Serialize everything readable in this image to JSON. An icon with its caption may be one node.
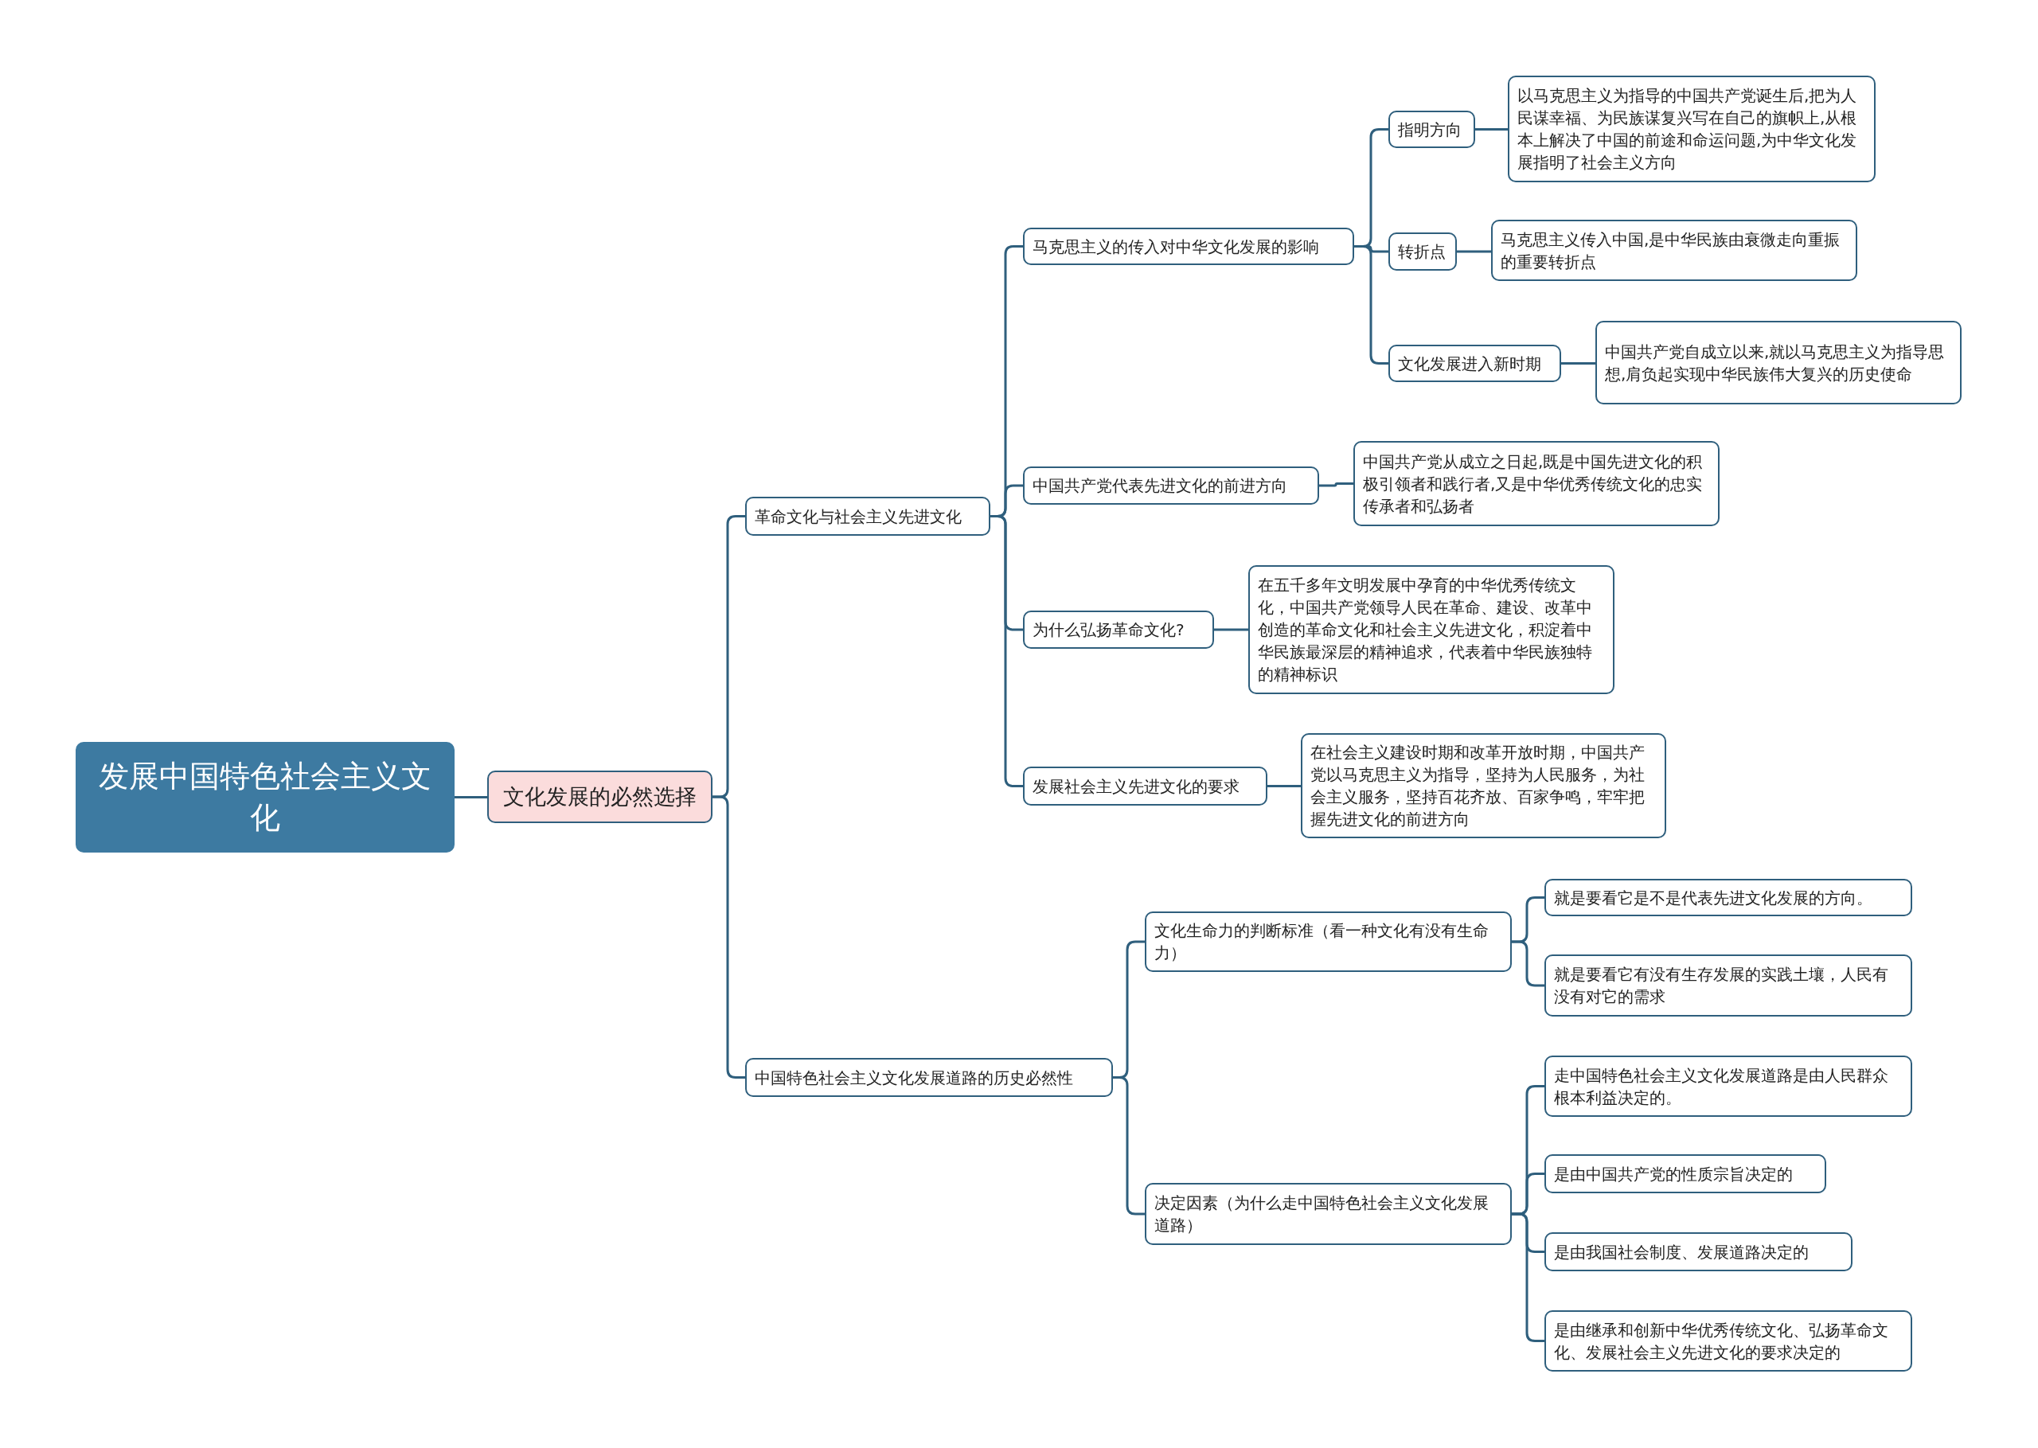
{
  "diagram": {
    "nodes": [
      {
        "text": [
          "发展中国特色社会主义文化"
        ]
      },
      {
        "text": [
          "文化发展的必然选择"
        ]
      },
      {
        "text": [
          "革命文化与社会主义先进文化"
        ]
      },
      {
        "text": [
          "马克思主义的传入对中华文化发展的影响"
        ]
      },
      {
        "text": [
          "指明方向"
        ]
      },
      {
        "text": [
          "以马克思主义为指导的中国共产党诞生后,把为人民谋幸福、为民族谋复兴写在自己的旗帜上,从根本上解决了中国的前途和命运问题,为中华文化发展指明了社会主义方向"
        ]
      },
      {
        "text": [
          "转折点"
        ]
      },
      {
        "text": [
          "马克思主义传入中国,是中华民族由衰微走向重振的重要转折点"
        ]
      },
      {
        "text": [
          "文化发展进入新时期"
        ]
      },
      {
        "text": [
          "中国共产党自成立以来,就以马克思主义为指导思想,肩负起实现中华民族伟大复兴的历史使命"
        ]
      },
      {
        "text": [
          "中国共产党代表先进文化的前进方向"
        ]
      },
      {
        "text": [
          "中国共产党从成立之日起,既是中国先进文化的积极引领者和践行者,又是中华优秀传统文化的忠实传承者和弘扬者"
        ]
      },
      {
        "text": [
          "为什么弘扬革命文化?"
        ]
      },
      {
        "text": [
          "在五千多年文明发展中孕育的中华优秀传统文化，中国共产党领导人民在革命、建设、改革中创造的革命文化和社会主义先进文化，积淀着中华民族最深层的精神追求，代表着中华民族独特的精神标识"
        ]
      },
      {
        "text": [
          "发展社会主义先进文化的要求"
        ]
      },
      {
        "text": [
          "在社会主义建设时期和改革开放时期，中国共产党以马克思主义为指导，坚持为人民服务，为社会主义服务，坚持百花齐放、百家争鸣，牢牢把握先进文化的前进方向"
        ]
      },
      {
        "text": [
          "中国特色社会主义文化发展道路的历史必然性"
        ]
      },
      {
        "text": [
          "文化生命力的判断标准（看一种文化有没有生命力）"
        ]
      },
      {
        "text": [
          "就是要看它是不是代表先进文化发展的方向。"
        ]
      },
      {
        "text": [
          "就是要看它有没有生存发展的实践土壤，人民有没有对它的需求"
        ]
      },
      {
        "text": [
          "决定因素（为什么走中国特色社会主义文化发展道路）"
        ]
      },
      {
        "text": [
          "走中国特色社会主义文化发展道路是由人民群众根本利益决定的。"
        ]
      },
      {
        "text": [
          "是由中国共产党的性质宗旨决定的"
        ]
      },
      {
        "text": [
          "是由我国社会制度、发展道路决定的"
        ]
      },
      {
        "text": [
          "是由继承和创新中华优秀传统文化、弘扬革命文化、发展社会主义先进文化的要求决定的"
        ]
      }
    ],
    "edges": [
      {
        "from": 0,
        "to": 1,
        "arrow": "none"
      },
      {
        "from": 1,
        "to": 2,
        "arrow": "none"
      },
      {
        "from": 1,
        "to": 16,
        "arrow": "none"
      },
      {
        "from": 2,
        "to": 3,
        "arrow": "none"
      },
      {
        "from": 2,
        "to": 10,
        "arrow": "none"
      },
      {
        "from": 2,
        "to": 12,
        "arrow": "none"
      },
      {
        "from": 2,
        "to": 14,
        "arrow": "none"
      },
      {
        "from": 3,
        "to": 4,
        "arrow": "none"
      },
      {
        "from": 3,
        "to": 6,
        "arrow": "none"
      },
      {
        "from": 3,
        "to": 8,
        "arrow": "none"
      },
      {
        "from": 4,
        "to": 5,
        "arrow": "none"
      },
      {
        "from": 6,
        "to": 7,
        "arrow": "none"
      },
      {
        "from": 8,
        "to": 9,
        "arrow": "none"
      },
      {
        "from": 10,
        "to": 11,
        "arrow": "none"
      },
      {
        "from": 12,
        "to": 13,
        "arrow": "none"
      },
      {
        "from": 14,
        "to": 15,
        "arrow": "none"
      },
      {
        "from": 16,
        "to": 17,
        "arrow": "none"
      },
      {
        "from": 16,
        "to": 20,
        "arrow": "none"
      },
      {
        "from": 17,
        "to": 18,
        "arrow": "none"
      },
      {
        "from": 17,
        "to": 19,
        "arrow": "none"
      },
      {
        "from": 20,
        "to": 21,
        "arrow": "none"
      },
      {
        "from": 20,
        "to": 22,
        "arrow": "none"
      },
      {
        "from": 20,
        "to": 23,
        "arrow": "none"
      },
      {
        "from": 20,
        "to": 24,
        "arrow": "none"
      }
    ]
  }
}
